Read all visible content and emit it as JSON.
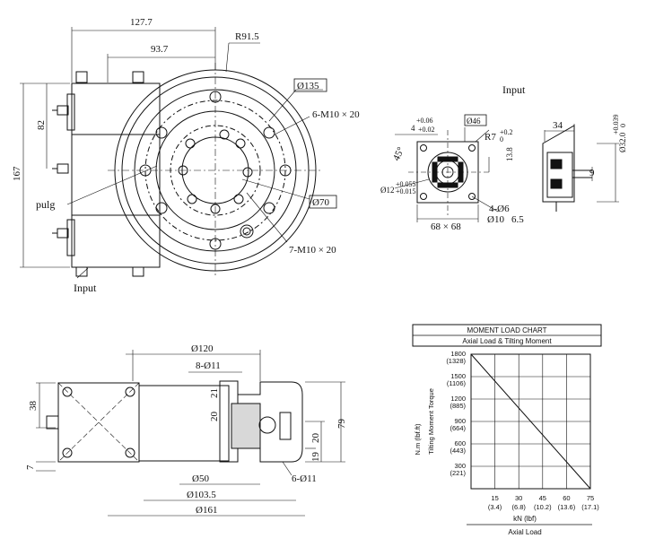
{
  "front_view": {
    "dim_127_7": "127.7",
    "dim_93_7": "93.7",
    "dim_R91_5": "R91.5",
    "dim_D135": "Ø135",
    "dim_6_M10": "6-M10 × 20",
    "dim_82": "82",
    "dim_167": "167",
    "dim_D70": "Ø70",
    "dim_7_M10": "7-M10 × 20",
    "label_plug": "pulg",
    "label_input": "Input"
  },
  "input_detail": {
    "title": "Input",
    "tol_top": "+0.06",
    "tol_bottom": "+0.02",
    "dim_4": "4",
    "dim_D46": "Ø46",
    "dim_R7": "R7",
    "tol_R7": "+0.2",
    "tol_R7b": "0",
    "dim_13_8": "13.8",
    "dim_45": "45°",
    "dim_D12": "Ø12",
    "tol_D12_a": "+0.055",
    "tol_D12_b": "+0.015",
    "dim_68": "68 × 68",
    "dim_4_D6": "4-Ø6",
    "dim_D10": "Ø10",
    "dim_6_5": "6.5",
    "dim_34": "34",
    "dim_D32": "Ø32.0",
    "tol_D32_a": "+0.039",
    "tol_D32_b": "0",
    "dim_9": "9"
  },
  "bottom_view": {
    "dim_D120": "Ø120",
    "dim_8_D11": "8-Ø11",
    "dim_38": "38",
    "dim_21": "21",
    "dim_20a": "20",
    "dim_79": "79",
    "dim_20b": "20",
    "dim_19": "19",
    "dim_7": "7",
    "dim_D50": "Ø50",
    "dim_6_D11": "6-Ø11",
    "dim_D103_5": "Ø103.5",
    "dim_D161": "Ø161"
  },
  "chart_data": {
    "type": "line",
    "title": "MOMENT LOAD CHART",
    "subtitle": "Axial Load & Tilting Moment",
    "ylabel": "Tilting Moment Torque",
    "ylabel_units": "N.m   (lbf.ft)",
    "xlabel": "kN   (lbf)",
    "xlabel_caption": "Axial Load",
    "y_ticks": [
      {
        "value": 300,
        "label": "300",
        "alt": "(221)"
      },
      {
        "value": 600,
        "label": "600",
        "alt": "(443)"
      },
      {
        "value": 900,
        "label": "900",
        "alt": "(664)"
      },
      {
        "value": 1200,
        "label": "1200",
        "alt": "(885)"
      },
      {
        "value": 1500,
        "label": "1500",
        "alt": "(1106)"
      },
      {
        "value": 1800,
        "label": "1800",
        "alt": "(1328)"
      }
    ],
    "x_ticks": [
      {
        "value": 15,
        "label": "15",
        "alt": "(3.4)"
      },
      {
        "value": 30,
        "label": "30",
        "alt": "(6.8)"
      },
      {
        "value": 45,
        "label": "45",
        "alt": "(10.2)"
      },
      {
        "value": 60,
        "label": "60",
        "alt": "(13.6)"
      },
      {
        "value": 75,
        "label": "75",
        "alt": "(17.1)"
      }
    ],
    "xlim": [
      0,
      75
    ],
    "ylim": [
      0,
      1800
    ],
    "grid": true,
    "series": [
      {
        "x": [
          0,
          75
        ],
        "y": [
          1800,
          0
        ]
      }
    ]
  }
}
